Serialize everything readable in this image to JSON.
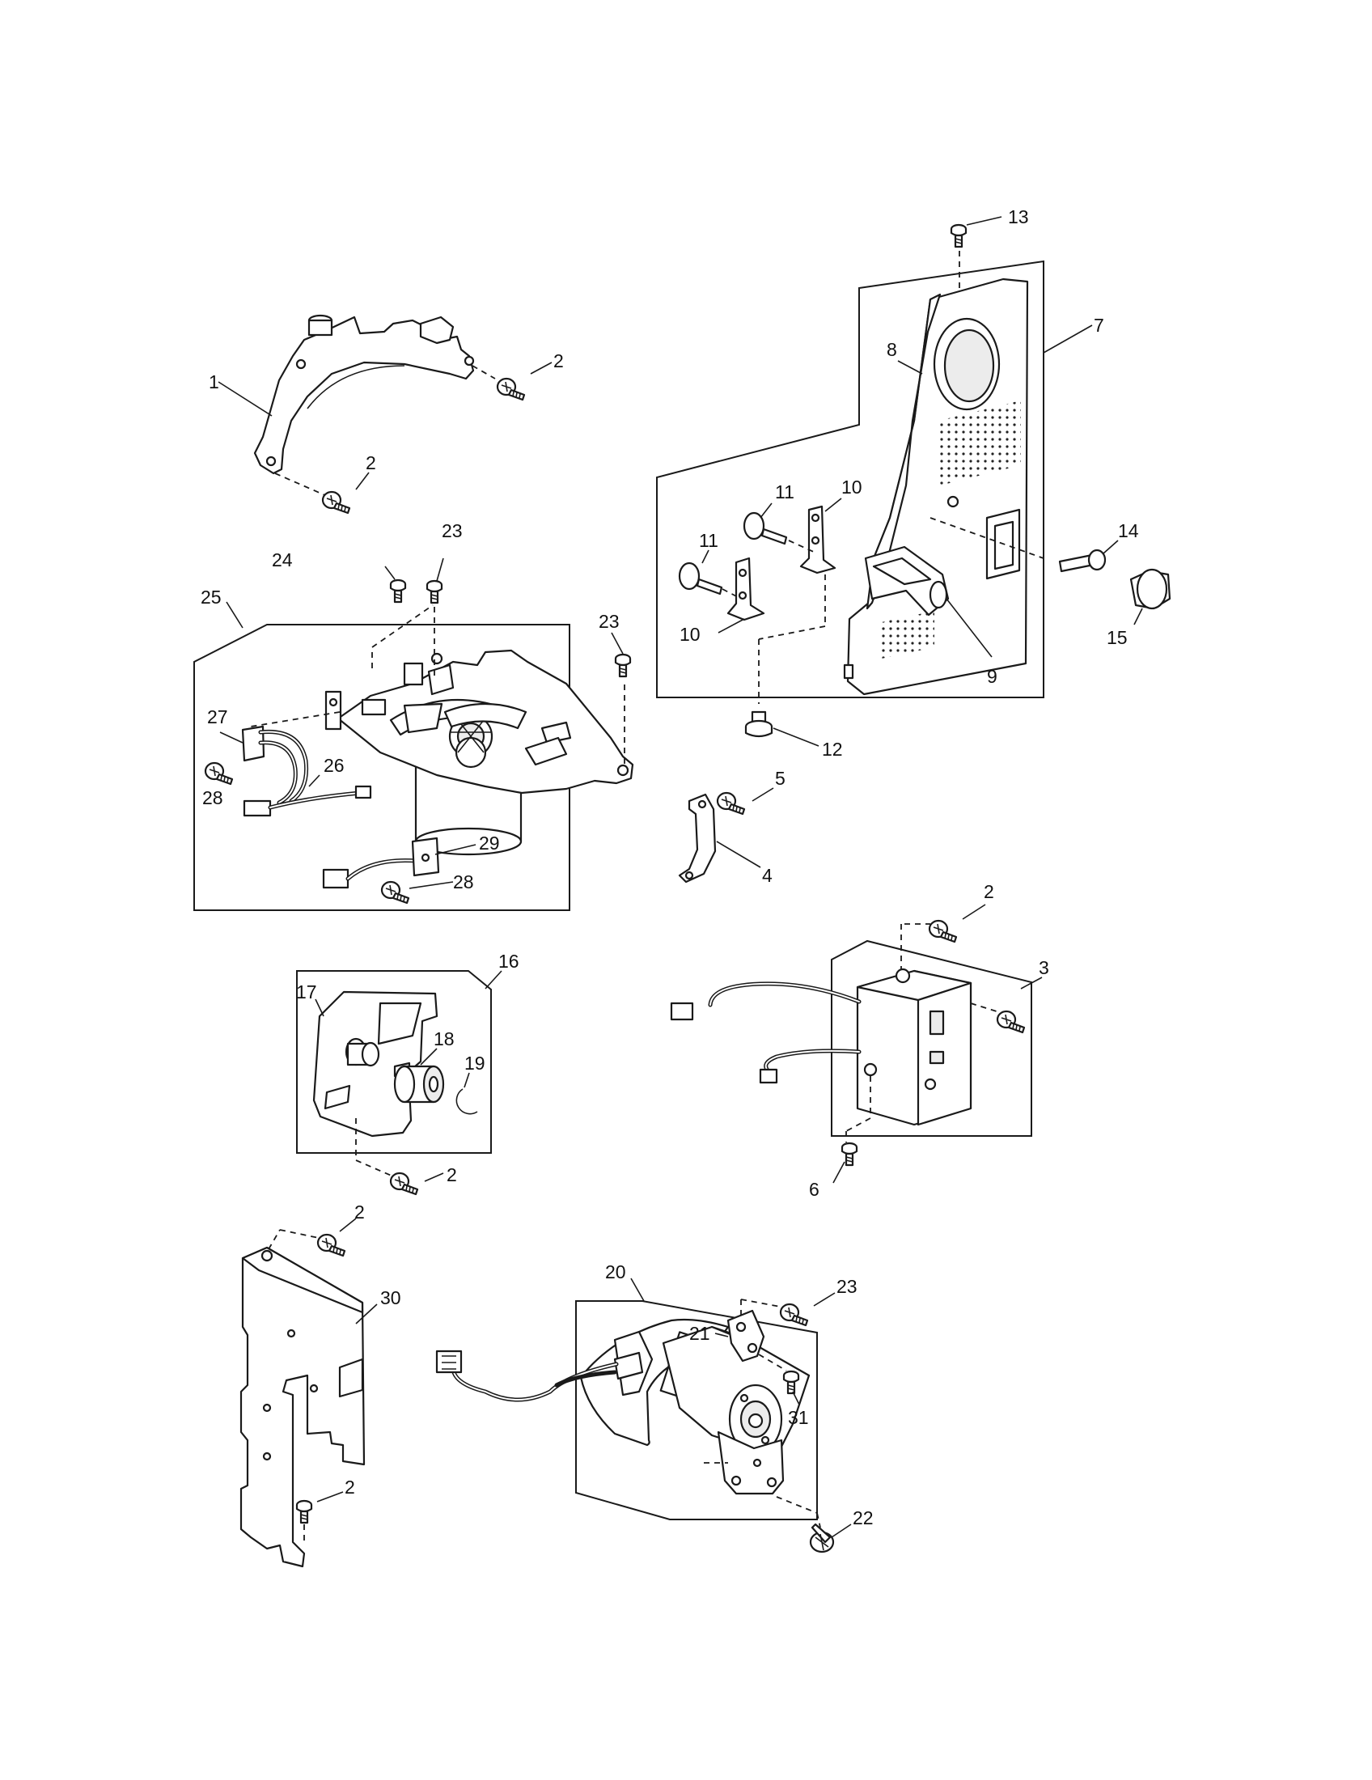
{
  "diagram": {
    "callouts": [
      {
        "id": "c1",
        "text": "1"
      },
      {
        "id": "c2a",
        "text": "2"
      },
      {
        "id": "c2b",
        "text": "2"
      },
      {
        "id": "c2c",
        "text": "2"
      },
      {
        "id": "c2d",
        "text": "2"
      },
      {
        "id": "c2e",
        "text": "2"
      },
      {
        "id": "c2f",
        "text": "2"
      },
      {
        "id": "c3",
        "text": "3"
      },
      {
        "id": "c4",
        "text": "4"
      },
      {
        "id": "c5",
        "text": "5"
      },
      {
        "id": "c6",
        "text": "6"
      },
      {
        "id": "c7",
        "text": "7"
      },
      {
        "id": "c8",
        "text": "8"
      },
      {
        "id": "c9",
        "text": "9"
      },
      {
        "id": "c10a",
        "text": "10"
      },
      {
        "id": "c10b",
        "text": "10"
      },
      {
        "id": "c11a",
        "text": "11"
      },
      {
        "id": "c11b",
        "text": "11"
      },
      {
        "id": "c12",
        "text": "12"
      },
      {
        "id": "c13",
        "text": "13"
      },
      {
        "id": "c14",
        "text": "14"
      },
      {
        "id": "c15",
        "text": "15"
      },
      {
        "id": "c16",
        "text": "16"
      },
      {
        "id": "c17",
        "text": "17"
      },
      {
        "id": "c18",
        "text": "18"
      },
      {
        "id": "c19",
        "text": "19"
      },
      {
        "id": "c20",
        "text": "20"
      },
      {
        "id": "c21",
        "text": "21"
      },
      {
        "id": "c22",
        "text": "22"
      },
      {
        "id": "c23a",
        "text": "23"
      },
      {
        "id": "c23b",
        "text": "23"
      },
      {
        "id": "c23c",
        "text": "23"
      },
      {
        "id": "c24",
        "text": "24"
      },
      {
        "id": "c25",
        "text": "25"
      },
      {
        "id": "c26",
        "text": "26"
      },
      {
        "id": "c27",
        "text": "27"
      },
      {
        "id": "c28a",
        "text": "28"
      },
      {
        "id": "c28b",
        "text": "28"
      },
      {
        "id": "c29",
        "text": "29"
      },
      {
        "id": "c30",
        "text": "30"
      },
      {
        "id": "c31",
        "text": "31"
      }
    ]
  }
}
